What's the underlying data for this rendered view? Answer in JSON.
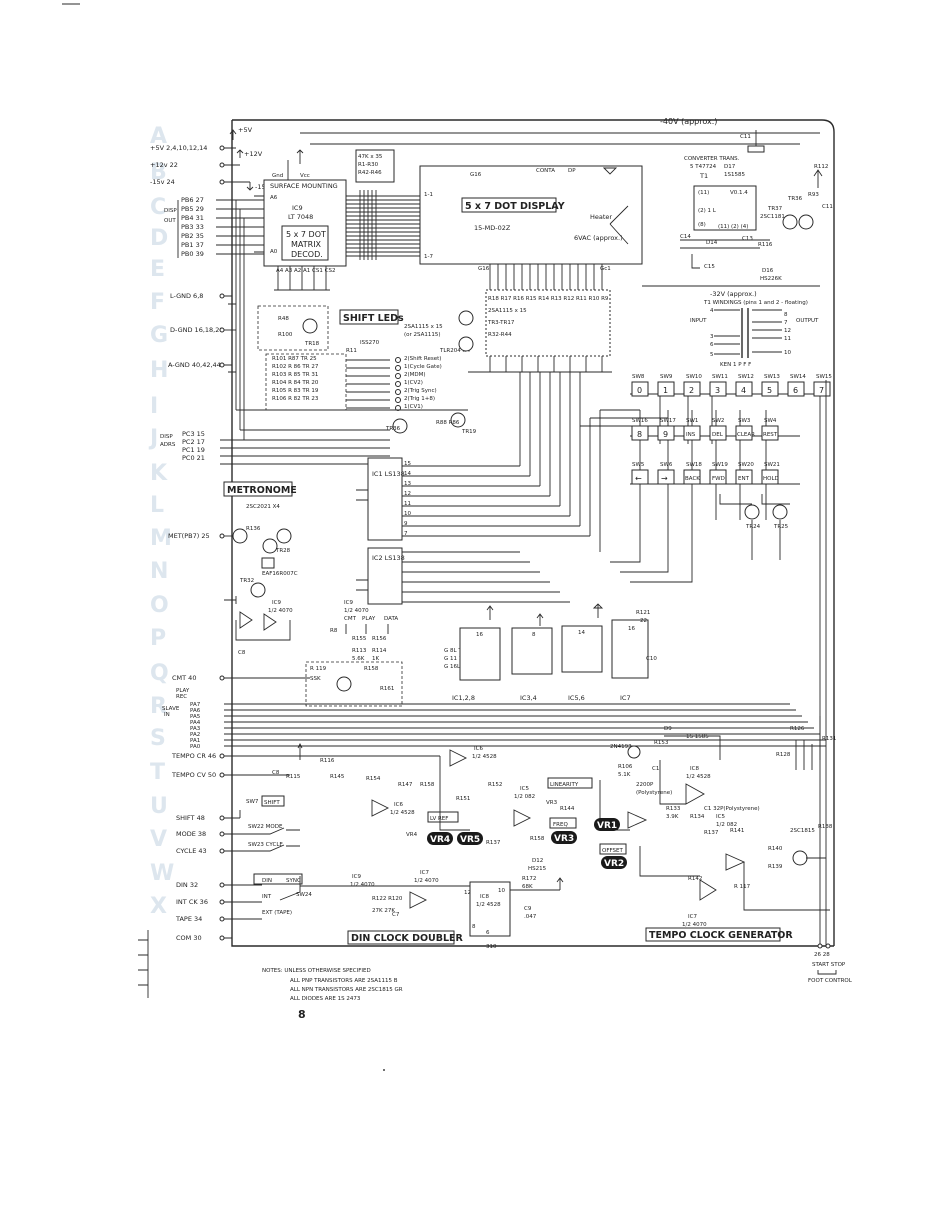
{
  "top_rail": "-40V (approx.)",
  "page_number": "8",
  "power_labels": [
    "+5V",
    "+12V",
    "-15V",
    "+5V 2,4,10,12,14",
    "+12v 22",
    "-15v 24"
  ],
  "left_pins": {
    "pb": [
      "PB6 27",
      "PB5 29",
      "PB4 31",
      "PB3 33",
      "PB2 35",
      "PB1 37",
      "PB0 39"
    ],
    "gnd": [
      "L-GND 6,8",
      "D-GND 16,18,20",
      "A-GND 40,42,44"
    ],
    "pc": [
      "PC3 15",
      "PC2 17",
      "PC1 19",
      "PC0 21"
    ],
    "met": "MET(PB7) 25",
    "cmt": "CMT 40",
    "pa": [
      "PA7",
      "PA6",
      "PA5",
      "PA4",
      "PA3",
      "PA2",
      "PA1",
      "PA0"
    ],
    "bottom": [
      "TEMPO CR 46",
      "TEMPO CV 50",
      "SHIFT 48",
      "MODE 38",
      "CYCLE 43",
      "DIN 32",
      "INT CK 36",
      "TAPE 34",
      "COM 30"
    ]
  },
  "ic_decoder": {
    "name": "IC9",
    "part": "LT 7048",
    "title": "5 x 7 DOT MATRIX DECOD.",
    "note": "SURFACE MOUNTING"
  },
  "display": {
    "title": "5 x 7 DOT DISPLAY",
    "part": "15-MD-02Z",
    "heater": "Heater",
    "vac": "6VAC (approx.)"
  },
  "converter": {
    "label": "CONVERTER TRANS.",
    "part": "5 T47724",
    "tname": "T1",
    "rail2": "-32V (approx.)",
    "windings": "T1 WINDINGS (pins 1 and 2 - floating)",
    "input": "INPUT",
    "output": "OUTPUT",
    "pins": [
      "4",
      "3",
      "6",
      "5",
      "8",
      "7",
      "12",
      "11",
      "10"
    ],
    "bottom_note": "KEN 1 P F F"
  },
  "sections": {
    "shift_leds": "SHIFT LEDs",
    "metronome": "METRONOME",
    "linearity": "LINEARITY",
    "din_clock": "DIN CLOCK DOUBLER",
    "tempo_clock": "TEMPO CLOCK GENERATOR",
    "lv_ref": "LV REF",
    "freq": "FREQ",
    "offset": "OFFSET"
  },
  "trimmers": [
    "VR4",
    "VR5",
    "VR3",
    "VR1",
    "VR2"
  ],
  "ics": {
    "ic1": "IC1 LS138",
    "ic2": "IC2 LS138",
    "lower_row": [
      "IC1,2,8",
      "IC3,4",
      "IC5,6",
      "IC7"
    ],
    "ic6": "1/2 4528",
    "ic5": "1/2 082",
    "ic8": "1/2 4528",
    "ic7": "1/2 4070"
  },
  "switch_rows": [
    {
      "names": [
        "SW8",
        "SW9",
        "SW10",
        "SW11",
        "SW12",
        "SW13",
        "SW14",
        "SW15"
      ],
      "keys": [
        "0",
        "1",
        "2",
        "3",
        "4",
        "5",
        "6",
        "7"
      ]
    },
    {
      "names": [
        "SW16",
        "SW17",
        "SW1",
        "SW2",
        "SW3",
        "SW4"
      ],
      "keys": [
        "8",
        "9",
        "INS",
        "DEL",
        "CLEAR",
        "REST"
      ]
    },
    {
      "names": [
        "SW5",
        "SW6",
        "SW18",
        "SW19",
        "SW20",
        "SW21"
      ],
      "keys": [
        "←",
        "→",
        "BACK",
        "FWD",
        "ENT",
        "HOLD"
      ]
    }
  ],
  "switch_transistors": [
    "TR24",
    "TR25"
  ],
  "bottom_switches": {
    "sw7": "SW7",
    "shift": "SHIFT",
    "sw22": "SW22 MODE",
    "sw23": "SW23 CYCLE",
    "din": "DIN",
    "sync": "SYNC",
    "int": "INT",
    "ext": "EXT (TAPE)",
    "sw24": "SW24"
  },
  "notes": [
    "NOTES: UNLESS OTHERWISE SPECIFIED",
    "ALL PNP TRANSISTORS ARE 2SA1115 B",
    "ALL NPN TRANSISTORS ARE 2SC1815 GR",
    "ALL DIODES ARE 1S 2473"
  ],
  "start_stop": "START STOP",
  "foot_control": "FOOT CONTROL",
  "margin_letters": [
    "A",
    "B",
    "C",
    "D",
    "E",
    "F",
    "G",
    "H",
    "I",
    "J",
    "K",
    "L",
    "M",
    "N",
    "O",
    "P",
    "Q",
    "R",
    "S",
    "T",
    "U",
    "V",
    "W",
    "X"
  ]
}
